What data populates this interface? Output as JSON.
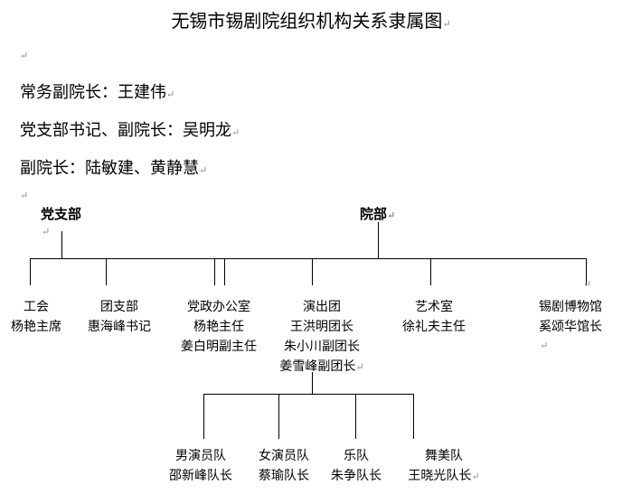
{
  "document": {
    "title": "无锡市锡剧院组织机构关系隶属图",
    "leadership": [
      "常务副院长：王建伟",
      "党支部书记、副院长：吴明龙",
      "副院长：陆敏建、黄静慧"
    ],
    "paragraph_mark": "↵",
    "top_nodes": {
      "party_branch": "党支部",
      "institute": "院部"
    },
    "departments": [
      {
        "name": "工会",
        "head": "杨艳主席"
      },
      {
        "name": "团支部",
        "head": "惠海峰书记"
      },
      {
        "name": "党政办公室",
        "head": "杨艳主任",
        "head2": "姜白明副主任"
      },
      {
        "name": "演出团",
        "head": "王洪明团长",
        "head2": "朱小川副团长",
        "head3": "姜雪峰副团长"
      },
      {
        "name": "艺术室",
        "head": "徐礼夫主任"
      },
      {
        "name": "锡剧博物馆",
        "head": "奚颂华馆长"
      }
    ],
    "troupes": [
      {
        "name": "男演员队",
        "head": "邵新峰队长"
      },
      {
        "name": "女演员队",
        "head": "蔡瑜队长"
      },
      {
        "name": "乐队",
        "head": "朱争队长"
      },
      {
        "name": "舞美队",
        "head": "王晓光队长"
      }
    ]
  }
}
